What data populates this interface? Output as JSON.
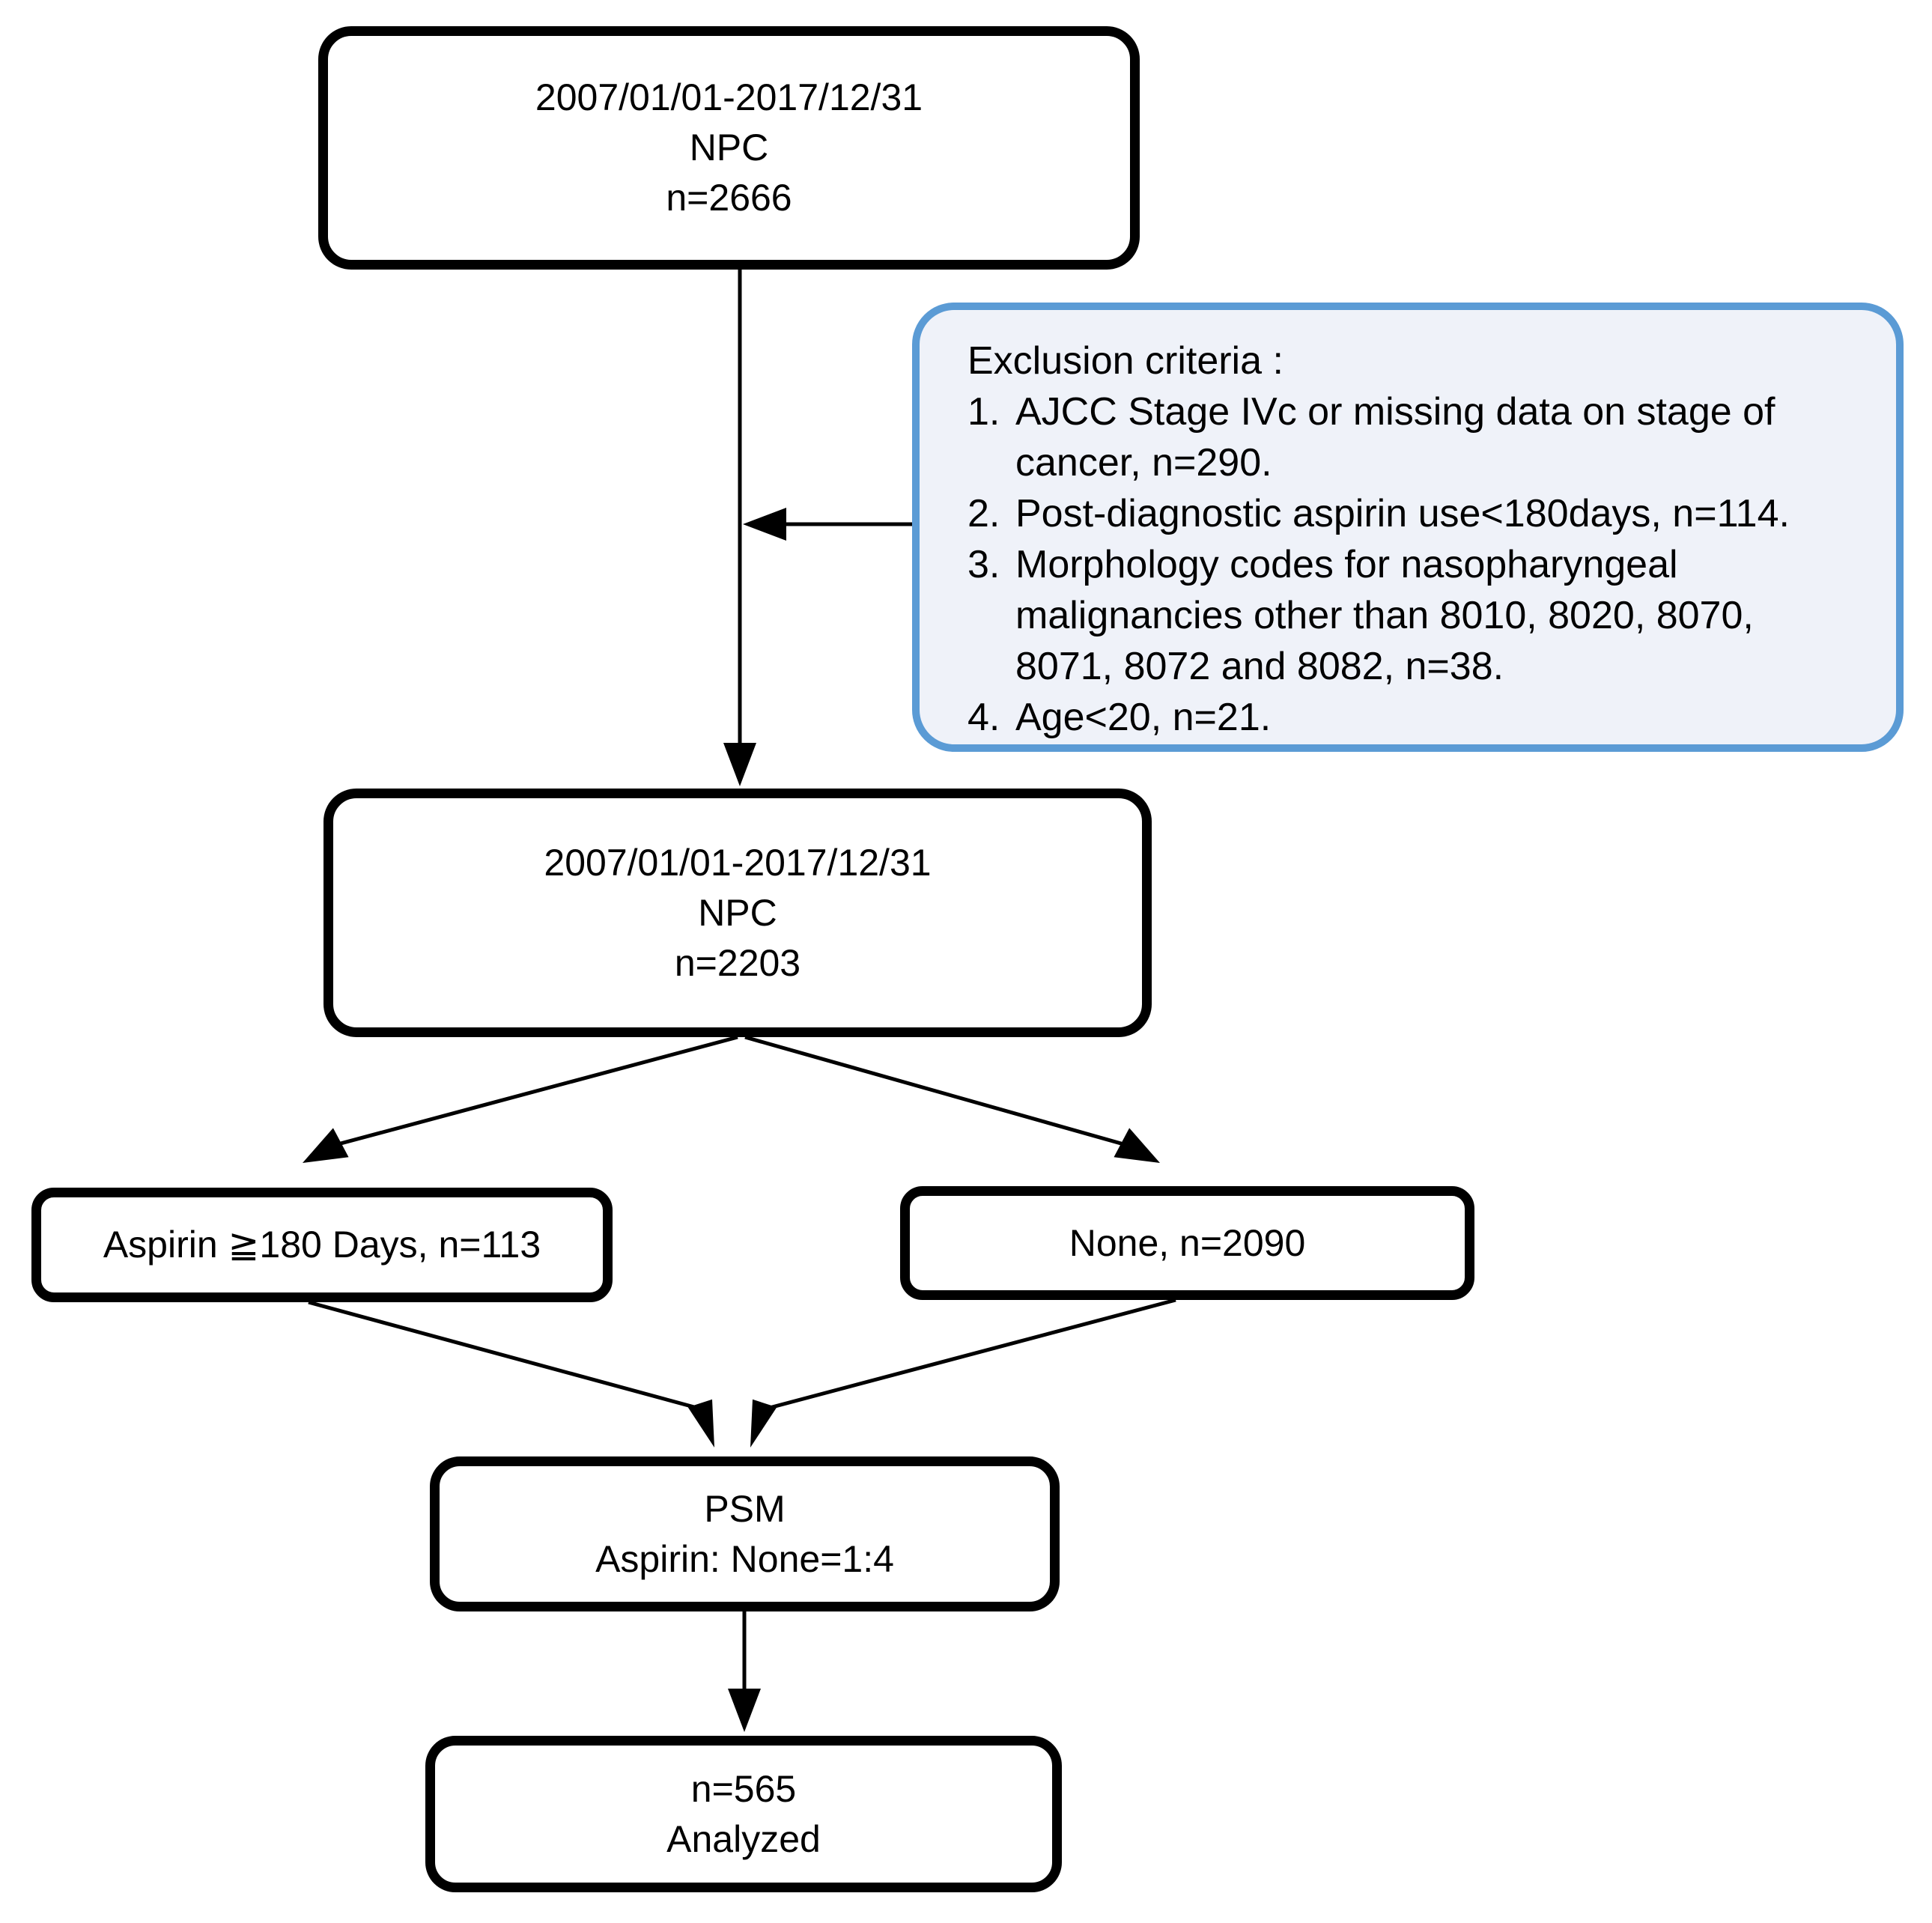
{
  "diagram": {
    "background_color": "#ffffff",
    "connector_color": "#000000",
    "box_border_color": "#000000",
    "box_initial": {
      "line1": "2007/01/01-2017/12/31",
      "line2": "NPC",
      "line3": "n=2666"
    },
    "exclusion_box": {
      "border_color": "#5B9BD5",
      "fill_color": "#EFF2F9",
      "title": "Exclusion criteria :",
      "items": [
        {
          "num": "1.",
          "line1": "AJCC Stage IVc or missing data on stage of",
          "line2": "cancer, n=290."
        },
        {
          "num": "2.",
          "line1": "Post-diagnostic aspirin use<180days, n=114."
        },
        {
          "num": "3.",
          "line1": "Morphology codes for nasopharyngeal",
          "line2": "malignancies other than 8010, 8020, 8070,",
          "line3": "8071, 8072 and 8082, n=38."
        },
        {
          "num": "4.",
          "line1": "Age<20, n=21."
        }
      ]
    },
    "box_filtered": {
      "line1": "2007/01/01-2017/12/31",
      "line2": "NPC",
      "line3": "n=2203"
    },
    "box_aspirin": {
      "label": "Aspirin ≧180 Days, n=113"
    },
    "box_none": {
      "label": "None, n=2090"
    },
    "box_psm": {
      "line1": "PSM",
      "line2": "Aspirin: None=1:4"
    },
    "box_analyzed": {
      "line1": "n=565",
      "line2": "Analyzed"
    }
  }
}
